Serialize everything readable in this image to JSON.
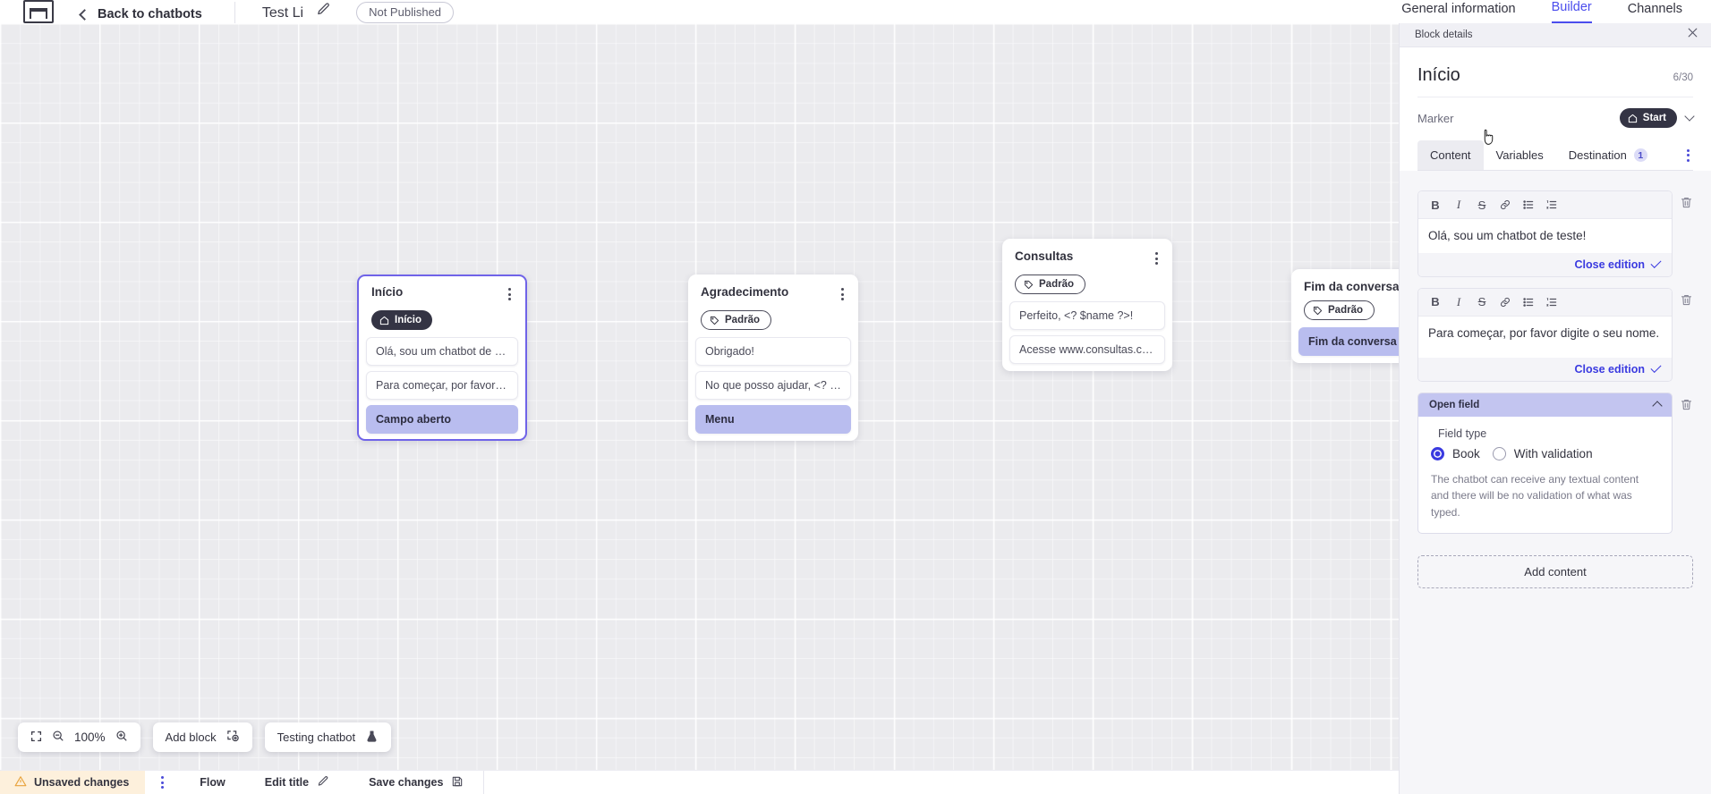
{
  "topbar": {
    "logo": "vtex-logo",
    "back_label": "Back to chatbots",
    "bot_title": "Test Li",
    "edit_icon": "pencil-icon",
    "status_badge": "Not Published",
    "tabs": [
      {
        "label": "General information",
        "active": false
      },
      {
        "label": "Builder",
        "active": true
      },
      {
        "label": "Channels",
        "active": false
      }
    ],
    "active_tab_color": "#4B4DED"
  },
  "canvas": {
    "nodes": [
      {
        "title": "Início",
        "marker": {
          "label": "Início",
          "icon": "home-icon",
          "style": "dark"
        },
        "items": [
          {
            "text": "Olá, sou um chatbot de teste!",
            "highlighted": false
          },
          {
            "text": "Para começar, por favor digite o ...",
            "highlighted": false
          },
          {
            "text": "Campo aberto",
            "highlighted": true
          }
        ],
        "selected": true
      },
      {
        "title": "Agradecimento",
        "marker": {
          "label": "Padrão",
          "icon": "tag-icon",
          "style": "outline"
        },
        "items": [
          {
            "text": "Obrigado!",
            "highlighted": false
          },
          {
            "text": "No que posso ajudar, <? $name ...",
            "highlighted": false
          },
          {
            "text": "Menu",
            "highlighted": true
          }
        ],
        "selected": false
      },
      {
        "title": "Consultas",
        "marker": {
          "label": "Padrão",
          "icon": "tag-icon",
          "style": "outline"
        },
        "items": [
          {
            "text": "Perfeito, <? $name ?>!",
            "highlighted": false
          },
          {
            "text": "Acesse www.consultas.com par...",
            "highlighted": false
          }
        ],
        "selected": false
      },
      {
        "title": "Fim da conversa",
        "marker": {
          "label": "Padrão",
          "icon": "tag-icon",
          "style": "outline"
        },
        "items": [
          {
            "text": "Fim da conversa",
            "highlighted": true
          }
        ],
        "selected": false
      }
    ],
    "zoom_level": "100%",
    "tools": {
      "fit_icon": "fit-screen-icon",
      "zoom_out_icon": "zoom-out-icon",
      "zoom_in_icon": "zoom-in-icon",
      "add_block_label": "Add block",
      "add_block_icon": "add-block-icon",
      "testing_label": "Testing chatbot",
      "testing_icon": "flask-icon"
    }
  },
  "footer": {
    "unsaved_label": "Unsaved changes",
    "warning_icon": "warning-triangle-icon",
    "kebab_icon": "kebab-menu-icon",
    "flow_label": "Flow",
    "edit_title_label": "Edit title",
    "edit_title_icon": "pencil-icon",
    "save_label": "Save changes",
    "save_icon": "floppy-disk-icon",
    "unsaved_bg": "#fdf0dc"
  },
  "panel": {
    "bar_title": "Block details",
    "close_icon": "close-icon",
    "block_name": "Início",
    "char_count": "6/30",
    "marker_label": "Marker",
    "marker_value": "Start",
    "marker_icon": "home-icon",
    "marker_chevron": "chevron-down-icon",
    "tabs": [
      {
        "label": "Content",
        "active": true,
        "badge": ""
      },
      {
        "label": "Variables",
        "active": false,
        "badge": ""
      },
      {
        "label": "Destination",
        "active": false,
        "badge": "1"
      }
    ],
    "more_icon": "kebab-menu-icon",
    "editors": [
      {
        "text": "Olá, sou um chatbot de teste!",
        "close_label": "Close edition",
        "check_icon": "check-icon",
        "delete_icon": "trash-icon",
        "toolbar": [
          "B",
          "I",
          "S",
          "link-icon",
          "bullet-list-icon",
          "numbered-list-icon"
        ]
      },
      {
        "text": "Para começar, por favor digite o seu nome.",
        "close_label": "Close edition",
        "check_icon": "check-icon",
        "delete_icon": "trash-icon",
        "toolbar": [
          "B",
          "I",
          "S",
          "link-icon",
          "bullet-list-icon",
          "numbered-list-icon"
        ]
      }
    ],
    "open_field": {
      "header": "Open field",
      "collapse_icon": "chevron-up-icon",
      "delete_icon": "trash-icon",
      "field_type_label": "Field type",
      "options": [
        {
          "label": "Book",
          "selected": true
        },
        {
          "label": "With validation",
          "selected": false
        }
      ],
      "help_text": "The chatbot can receive any textual content and there will be no validation of what was typed.",
      "header_bg": "#c3c5f0"
    },
    "add_content_label": "Add content"
  }
}
